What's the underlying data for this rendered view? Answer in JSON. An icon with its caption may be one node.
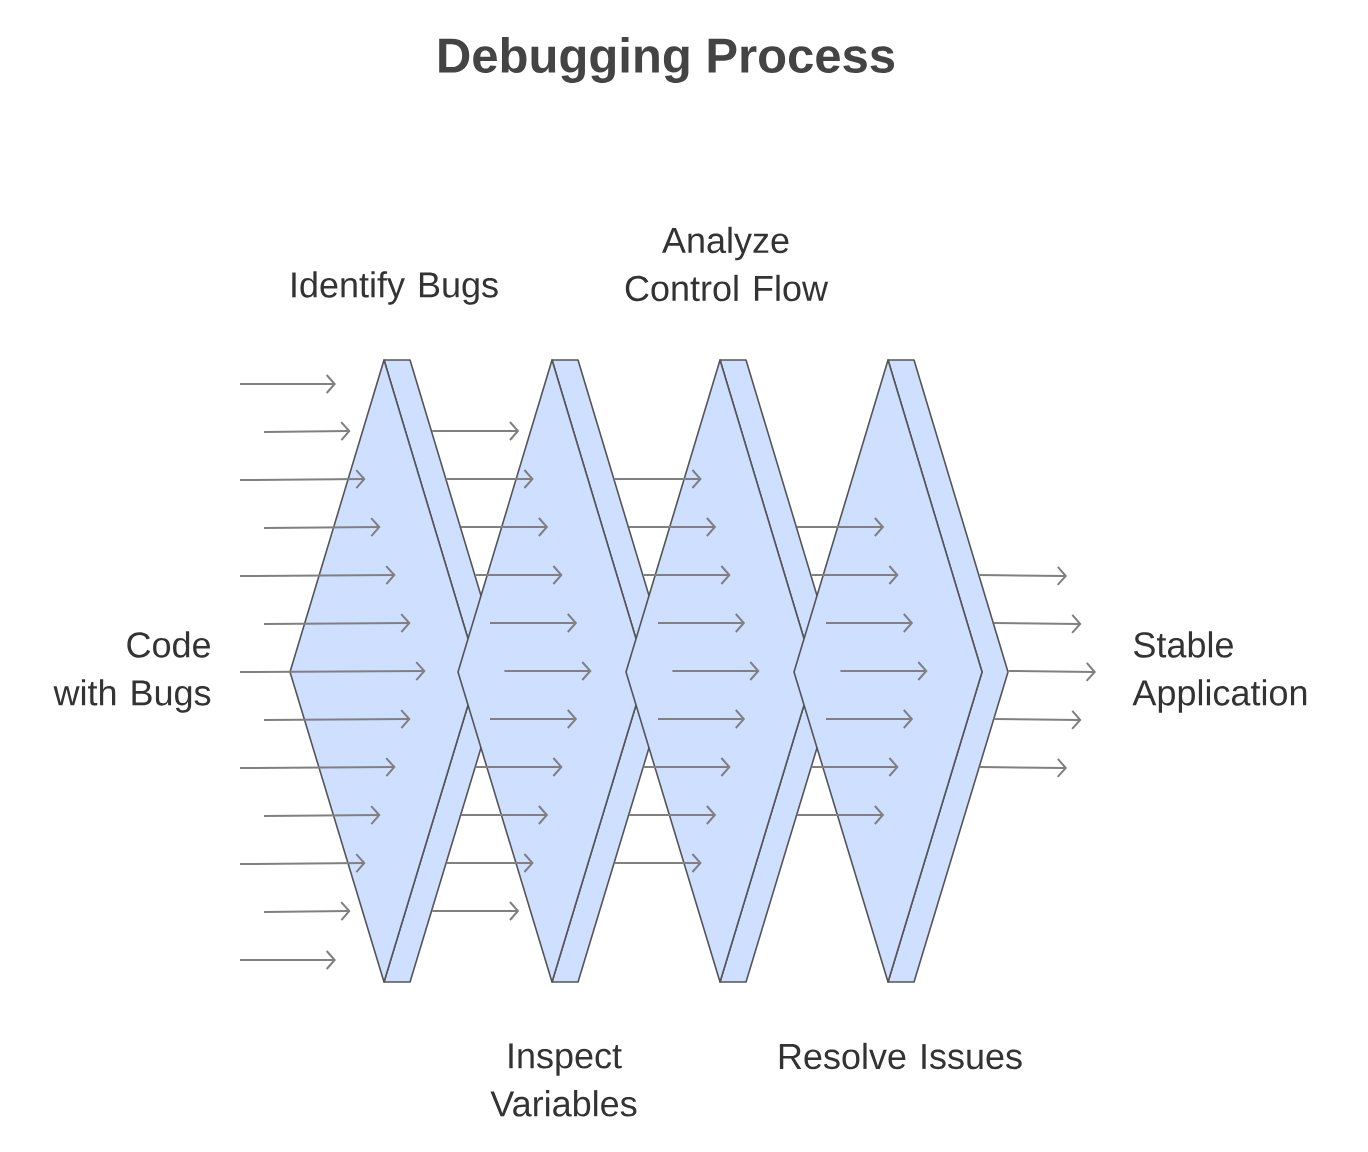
{
  "diagram": {
    "title": "Debugging Process",
    "nodes": [
      {
        "text": [
          "Code with Bugs"
        ]
      },
      {
        "text": [
          "Identify Bugs"
        ]
      },
      {
        "text": [
          "Inspect Variables"
        ]
      },
      {
        "text": [
          "Analyze Control Flow"
        ]
      },
      {
        "text": [
          "Resolve Issues"
        ]
      },
      {
        "text": [
          "Stable Application"
        ]
      }
    ],
    "edges": [
      {
        "from": null,
        "to": 1,
        "arrow": "to"
      },
      {
        "from": null,
        "to": 1,
        "arrow": "to"
      },
      {
        "from": null,
        "to": 1,
        "arrow": "to"
      },
      {
        "from": 0,
        "to": 1,
        "arrow": "to"
      },
      {
        "from": 0,
        "to": 1,
        "arrow": "to"
      },
      {
        "from": 0,
        "to": 1,
        "arrow": "to"
      },
      {
        "from": 0,
        "to": 1,
        "arrow": "to"
      },
      {
        "from": 0,
        "to": 1,
        "arrow": "to"
      },
      {
        "from": null,
        "to": 1,
        "arrow": "to"
      },
      {
        "from": null,
        "to": 1,
        "arrow": "to"
      },
      {
        "from": null,
        "to": 1,
        "arrow": "to"
      },
      {
        "from": 1,
        "to": 2,
        "arrow": "to"
      },
      {
        "from": 1,
        "to": 2,
        "arrow": "to"
      },
      {
        "from": 1,
        "to": 2,
        "arrow": "to"
      },
      {
        "from": 1,
        "to": 2,
        "arrow": "to"
      },
      {
        "from": 1,
        "to": 2,
        "arrow": "to"
      },
      {
        "from": 1,
        "to": 2,
        "arrow": "to"
      },
      {
        "from": 1,
        "to": 2,
        "arrow": "to"
      },
      {
        "from": 1,
        "to": 2,
        "arrow": "to"
      },
      {
        "from": 1,
        "to": 2,
        "arrow": "to"
      },
      {
        "from": 1,
        "to": 2,
        "arrow": "to"
      },
      {
        "from": 1,
        "to": 2,
        "arrow": "to"
      },
      {
        "from": 2,
        "to": 3,
        "arrow": "to"
      },
      {
        "from": 2,
        "to": 3,
        "arrow": "to"
      },
      {
        "from": 2,
        "to": 3,
        "arrow": "to"
      },
      {
        "from": 2,
        "to": 3,
        "arrow": "to"
      },
      {
        "from": 2,
        "to": 3,
        "arrow": "to"
      },
      {
        "from": 2,
        "to": 3,
        "arrow": "to"
      },
      {
        "from": 2,
        "to": 3,
        "arrow": "to"
      },
      {
        "from": 2,
        "to": 3,
        "arrow": "to"
      },
      {
        "from": 2,
        "to": 3,
        "arrow": "to"
      },
      {
        "from": 3,
        "to": 4,
        "arrow": "to"
      },
      {
        "from": 3,
        "to": 4,
        "arrow": "to"
      },
      {
        "from": 3,
        "to": 4,
        "arrow": "to"
      },
      {
        "from": 3,
        "to": 4,
        "arrow": "to"
      },
      {
        "from": 3,
        "to": 4,
        "arrow": "to"
      },
      {
        "from": 3,
        "to": 4,
        "arrow": "to"
      },
      {
        "from": 3,
        "to": 4,
        "arrow": "to"
      },
      {
        "from": 4,
        "to": null,
        "arrow": "to"
      },
      {
        "from": 4,
        "to": 5,
        "arrow": "to"
      },
      {
        "from": 4,
        "to": 5,
        "arrow": "to"
      },
      {
        "from": 4,
        "to": 5,
        "arrow": "to"
      },
      {
        "from": 4,
        "to": null,
        "arrow": "to"
      }
    ]
  }
}
